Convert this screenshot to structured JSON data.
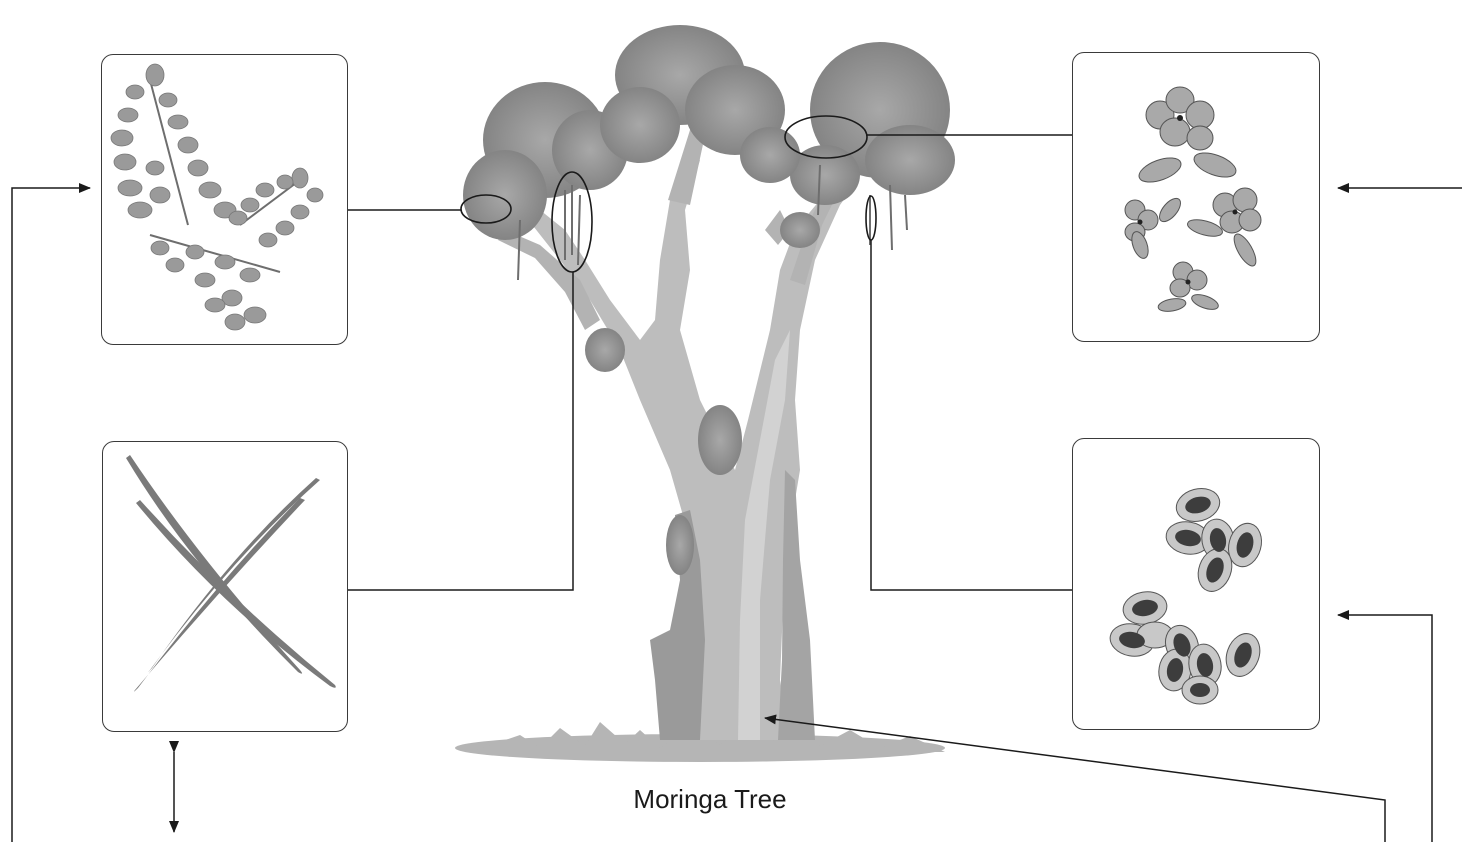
{
  "diagram": {
    "caption": "Moringa Tree",
    "panels": [
      {
        "id": "leaves",
        "icon": "leaves-icon"
      },
      {
        "id": "pods",
        "icon": "drumstick-pods-icon"
      },
      {
        "id": "flowers",
        "icon": "flowers-icon"
      },
      {
        "id": "seeds",
        "icon": "seeds-icon"
      }
    ],
    "colors": {
      "line": "#1a1a1a",
      "foliage": "#8f8f8f",
      "trunk": "#bdbdbd",
      "trunk_shadow": "#9a9a9a",
      "pod": "#6e6e6e",
      "seed": "#4a4a4a",
      "petal": "#a9a9a9"
    }
  }
}
